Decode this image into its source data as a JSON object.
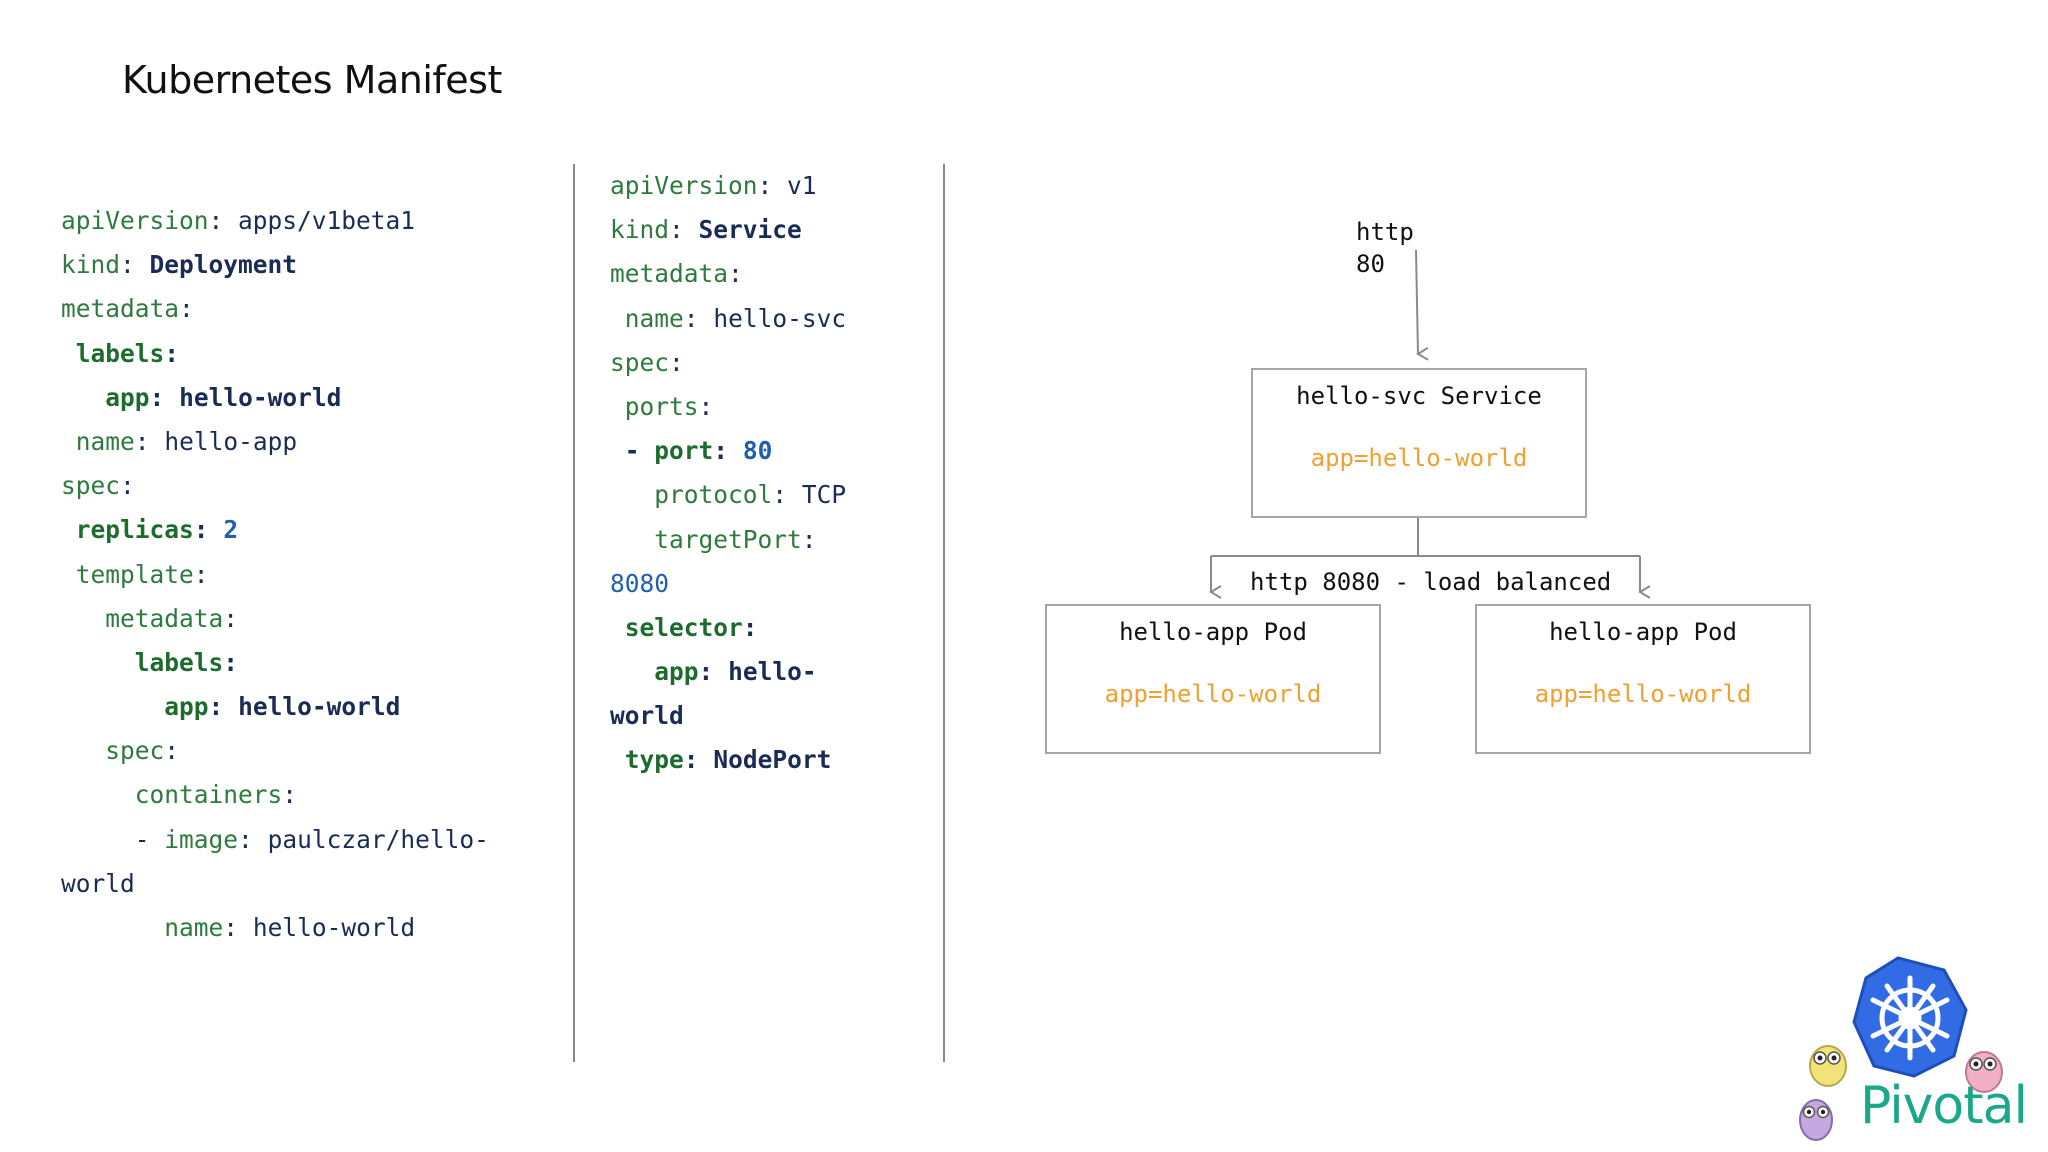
{
  "title": "Kubernetes Manifest",
  "deployment_yaml": [
    {
      "indent": "",
      "key": "apiVersion",
      "value": "apps/v1beta1",
      "key_bold": false,
      "value_bold": false
    },
    {
      "indent": "",
      "key": "kind",
      "value": "Deployment",
      "key_bold": false,
      "value_bold": true
    },
    {
      "indent": "",
      "key": "metadata",
      "value": "",
      "key_bold": false,
      "value_bold": false
    },
    {
      "indent": " ",
      "key": "labels",
      "value": "",
      "key_bold": true,
      "value_bold": false
    },
    {
      "indent": "   ",
      "key": "app",
      "value": "hello-world",
      "key_bold": true,
      "value_bold": true
    },
    {
      "indent": " ",
      "key": "name",
      "value": "hello-app",
      "key_bold": false,
      "value_bold": false
    },
    {
      "indent": "",
      "key": "spec",
      "value": "",
      "key_bold": false,
      "value_bold": false
    },
    {
      "indent": " ",
      "key": "replicas",
      "value": "2",
      "key_bold": true,
      "value_bold": true,
      "numeric": true
    },
    {
      "indent": " ",
      "key": "template",
      "value": "",
      "key_bold": false,
      "value_bold": false
    },
    {
      "indent": "   ",
      "key": "metadata",
      "value": "",
      "key_bold": false,
      "value_bold": false
    },
    {
      "indent": "     ",
      "key": "labels",
      "value": "",
      "key_bold": true,
      "value_bold": false
    },
    {
      "indent": "       ",
      "key": "app",
      "value": "hello-world",
      "key_bold": true,
      "value_bold": true
    },
    {
      "indent": "   ",
      "key": "spec",
      "value": "",
      "key_bold": false,
      "value_bold": false
    },
    {
      "indent": "     ",
      "key": "containers",
      "value": "",
      "key_bold": false,
      "value_bold": false
    },
    {
      "indent": "     ",
      "dash": true,
      "key": "image",
      "value": "paulczar/hello-",
      "key_bold": false,
      "value_bold": false
    },
    {
      "indent": "",
      "plain": "world"
    },
    {
      "indent": "       ",
      "key": "name",
      "value": "hello-world",
      "key_bold": false,
      "value_bold": false
    }
  ],
  "service_yaml": [
    {
      "indent": "",
      "key": "apiVersion",
      "value": "v1",
      "key_bold": false,
      "value_bold": false
    },
    {
      "indent": "",
      "key": "kind",
      "value": "Service",
      "key_bold": false,
      "value_bold": true
    },
    {
      "indent": "",
      "key": "metadata",
      "value": "",
      "key_bold": false,
      "value_bold": false
    },
    {
      "indent": " ",
      "key": "name",
      "value": "hello-svc",
      "key_bold": false,
      "value_bold": false
    },
    {
      "indent": "",
      "key": "spec",
      "value": "",
      "key_bold": false,
      "value_bold": false
    },
    {
      "indent": " ",
      "key": "ports",
      "value": "",
      "key_bold": false,
      "value_bold": false
    },
    {
      "indent": " ",
      "dash": true,
      "key": "port",
      "value": "80",
      "key_bold": true,
      "value_bold": true,
      "numeric": true
    },
    {
      "indent": "   ",
      "key": "protocol",
      "value": "TCP",
      "key_bold": false,
      "value_bold": false
    },
    {
      "indent": "   ",
      "key": "targetPort",
      "value": "",
      "key_bold": false,
      "value_bold": false
    },
    {
      "indent": "",
      "plain_num": "8080"
    },
    {
      "indent": " ",
      "key": "selector",
      "value": "",
      "key_bold": true,
      "value_bold": false
    },
    {
      "indent": "   ",
      "key": "app",
      "value": "hello-",
      "key_bold": true,
      "value_bold": true
    },
    {
      "indent": "",
      "plain_bold": "world"
    },
    {
      "indent": " ",
      "key": "type",
      "value": "NodePort",
      "key_bold": true,
      "value_bold": true
    }
  ],
  "diagram": {
    "ingress_line1": "http",
    "ingress_line2": "80",
    "service_box": {
      "title": "hello-svc Service",
      "selector": "app=hello-world"
    },
    "balancer_label": "http 8080 - load balanced",
    "pods": [
      {
        "title": "hello-app Pod",
        "selector": "app=hello-world"
      },
      {
        "title": "hello-app Pod",
        "selector": "app=hello-world"
      }
    ]
  },
  "brand": {
    "name": "Pivotal",
    "colors": {
      "brand_text": "#1aa88a",
      "kubernetes_blue": "#326ce5",
      "selector_orange": "#f0a030"
    },
    "icon": "kubernetes-helm-wheel-icon"
  }
}
